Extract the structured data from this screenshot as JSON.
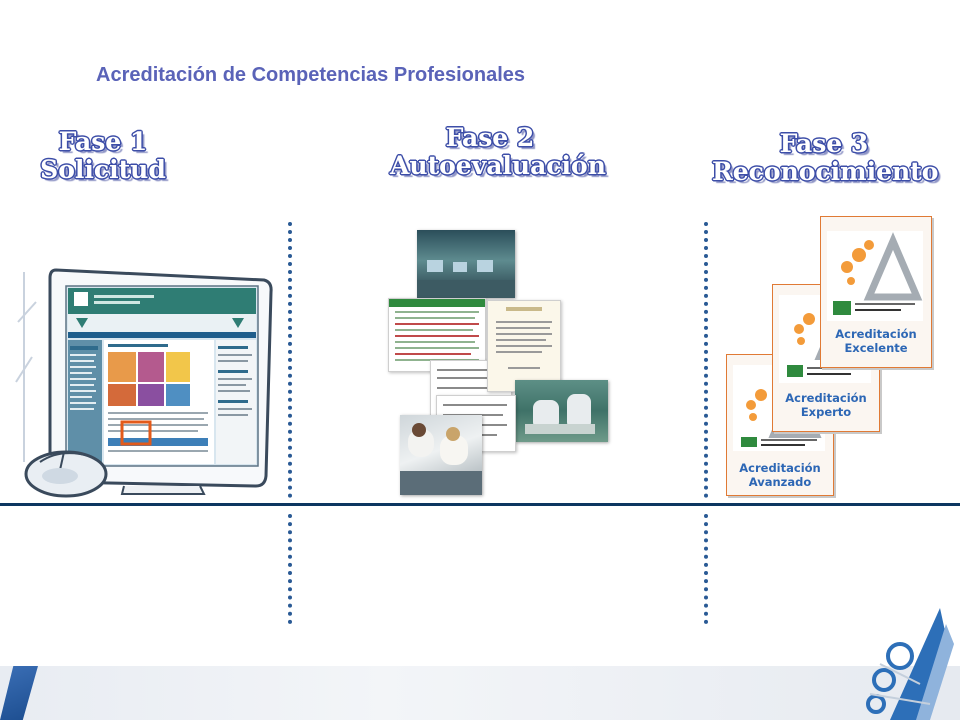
{
  "title": "Acreditación de Competencias Profesionales",
  "phases": [
    {
      "line1": "Fase 1",
      "line2": "Solicitud"
    },
    {
      "line1": "Fase 2",
      "line2": "Autoevaluación"
    },
    {
      "line1": "Fase 3",
      "line2": "Reconocimiento"
    }
  ],
  "certificates": [
    {
      "line1": "Acreditación",
      "line2": "Avanzado"
    },
    {
      "line1": "Acreditación",
      "line2": "Experto"
    },
    {
      "line1": "Acreditación",
      "line2": "Excelente"
    }
  ],
  "icons": [
    "computer-monitor-icon",
    "computer-mouse-icon",
    "acsa-logo-icon",
    "junta-andalucia-logo-icon"
  ],
  "colors": {
    "title": "#5a63b8",
    "phase_outline": "#3d4ea8",
    "dots": "#2a5a95",
    "cert_border": "#e07a35",
    "cert_text": "#2d67b5",
    "baseline": "#0c3660"
  }
}
